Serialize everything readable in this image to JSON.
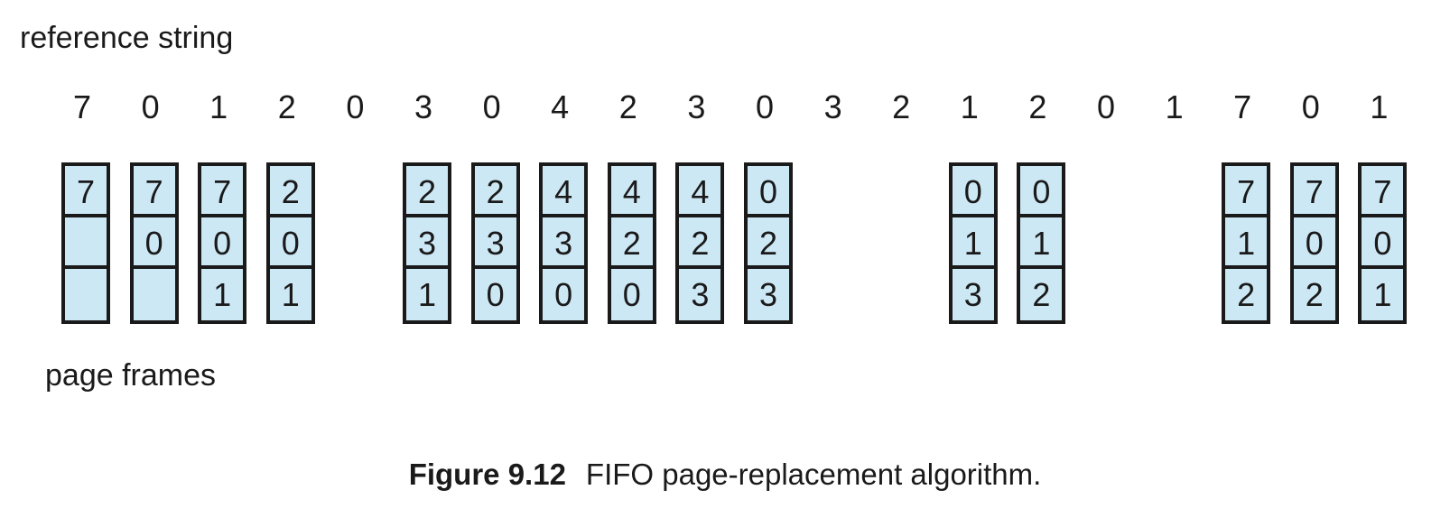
{
  "figure": {
    "top_label": "reference string",
    "bottom_label": "page frames",
    "caption_number": "Figure 9.12",
    "caption_text": "FIFO page-replacement algorithm."
  },
  "colors": {
    "cell_fill": "#cde8f5",
    "border": "#1a1a1a",
    "text": "#1a1a1a",
    "background": "#ffffff"
  },
  "chart_data": {
    "type": "table",
    "title": "FIFO page-replacement algorithm",
    "xlabel": "reference string",
    "ylabel": "page frames",
    "frame_count": 3,
    "categories": [
      "7",
      "0",
      "1",
      "2",
      "0",
      "3",
      "0",
      "4",
      "2",
      "3",
      "0",
      "3",
      "2",
      "1",
      "2",
      "0",
      "1",
      "7",
      "0",
      "1"
    ],
    "reference_string": [
      7,
      0,
      1,
      2,
      0,
      3,
      0,
      4,
      2,
      3,
      0,
      3,
      2,
      1,
      2,
      0,
      1,
      7,
      0,
      1
    ],
    "columns": [
      {
        "index": 1,
        "reference": "7",
        "visible": true,
        "cells": [
          "7",
          "",
          ""
        ]
      },
      {
        "index": 2,
        "reference": "0",
        "visible": true,
        "cells": [
          "7",
          "0",
          ""
        ]
      },
      {
        "index": 3,
        "reference": "1",
        "visible": true,
        "cells": [
          "7",
          "0",
          "1"
        ]
      },
      {
        "index": 4,
        "reference": "2",
        "visible": true,
        "cells": [
          "2",
          "0",
          "1"
        ]
      },
      {
        "index": 5,
        "reference": "0",
        "visible": false,
        "cells": [
          "",
          "",
          ""
        ]
      },
      {
        "index": 6,
        "reference": "3",
        "visible": true,
        "cells": [
          "2",
          "3",
          "1"
        ]
      },
      {
        "index": 7,
        "reference": "0",
        "visible": true,
        "cells": [
          "2",
          "3",
          "0"
        ]
      },
      {
        "index": 8,
        "reference": "4",
        "visible": true,
        "cells": [
          "4",
          "3",
          "0"
        ]
      },
      {
        "index": 9,
        "reference": "2",
        "visible": true,
        "cells": [
          "4",
          "2",
          "0"
        ]
      },
      {
        "index": 10,
        "reference": "3",
        "visible": true,
        "cells": [
          "4",
          "2",
          "3"
        ]
      },
      {
        "index": 11,
        "reference": "0",
        "visible": true,
        "cells": [
          "0",
          "2",
          "3"
        ]
      },
      {
        "index": 12,
        "reference": "3",
        "visible": false,
        "cells": [
          "",
          "",
          ""
        ]
      },
      {
        "index": 13,
        "reference": "2",
        "visible": false,
        "cells": [
          "",
          "",
          ""
        ]
      },
      {
        "index": 14,
        "reference": "1",
        "visible": true,
        "cells": [
          "0",
          "1",
          "3"
        ]
      },
      {
        "index": 15,
        "reference": "2",
        "visible": true,
        "cells": [
          "0",
          "1",
          "2"
        ]
      },
      {
        "index": 16,
        "reference": "0",
        "visible": false,
        "cells": [
          "",
          "",
          ""
        ]
      },
      {
        "index": 17,
        "reference": "1",
        "visible": false,
        "cells": [
          "",
          "",
          ""
        ]
      },
      {
        "index": 18,
        "reference": "7",
        "visible": true,
        "cells": [
          "7",
          "1",
          "2"
        ]
      },
      {
        "index": 19,
        "reference": "0",
        "visible": true,
        "cells": [
          "7",
          "0",
          "2"
        ]
      },
      {
        "index": 20,
        "reference": "1",
        "visible": true,
        "cells": [
          "7",
          "0",
          "1"
        ]
      }
    ]
  }
}
